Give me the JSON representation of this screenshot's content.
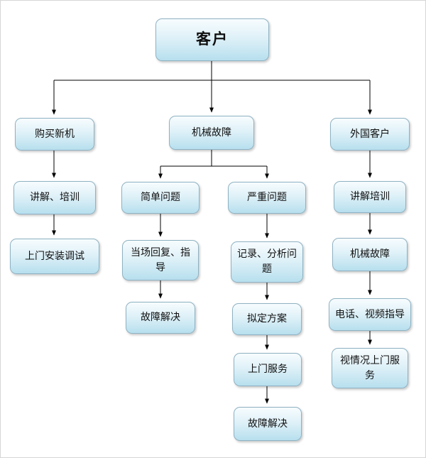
{
  "diagram": {
    "root": {
      "label": "客户"
    },
    "branches": {
      "left": {
        "head": "购买新机",
        "steps": [
          "讲解、培训",
          "上门安装调试"
        ]
      },
      "center": {
        "head": "机械故障",
        "simple": {
          "head": "简单问题",
          "steps": [
            "当场回复、指导",
            "故障解决"
          ]
        },
        "serious": {
          "head": "严重问题",
          "steps": [
            "记录、分析问题",
            "拟定方案",
            "上门服务",
            "故障解决"
          ]
        }
      },
      "right": {
        "head": "外国客户",
        "steps": [
          "讲解培训",
          "机械故障",
          "电话、视频指导",
          "视情况上门服务"
        ]
      }
    },
    "colors": {
      "node_fill_top": "#f7fcfe",
      "node_fill_bottom": "#b7dfee",
      "node_border": "#8fb2c2",
      "arrow": "#000000",
      "background": "#ffffff"
    }
  }
}
